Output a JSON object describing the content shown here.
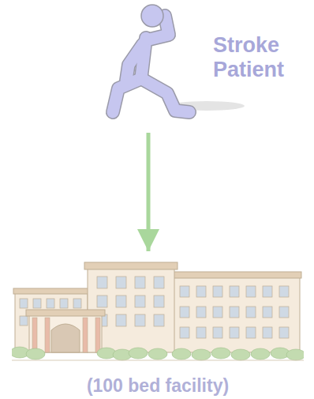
{
  "diagram": {
    "nodes": [
      {
        "text": [
          "Stroke Patient"
        ]
      },
      {
        "text": [
          "(100 bed facility)"
        ]
      }
    ],
    "edges": [
      {
        "from": 0,
        "to": 1,
        "arrow": "to"
      }
    ]
  }
}
